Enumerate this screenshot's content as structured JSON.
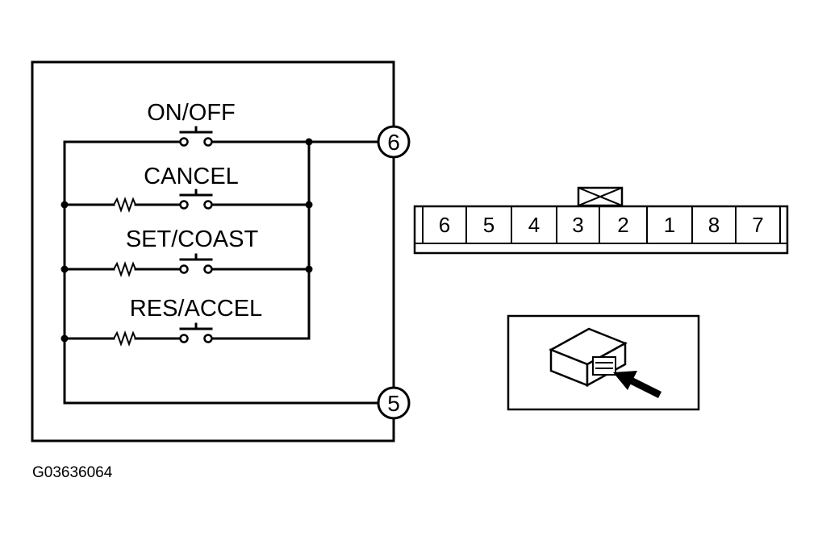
{
  "switches": [
    {
      "id": "on-off",
      "label": "ON/OFF"
    },
    {
      "id": "cancel",
      "label": "CANCEL"
    },
    {
      "id": "set-coast",
      "label": "SET/COAST"
    },
    {
      "id": "res-accel",
      "label": "RES/ACCEL"
    }
  ],
  "terminals": {
    "top": "6",
    "bottom": "5"
  },
  "connector_pins": [
    "6",
    "5",
    "4",
    "3",
    "2",
    "1",
    "8",
    "7"
  ],
  "figure_id": "G03636064"
}
